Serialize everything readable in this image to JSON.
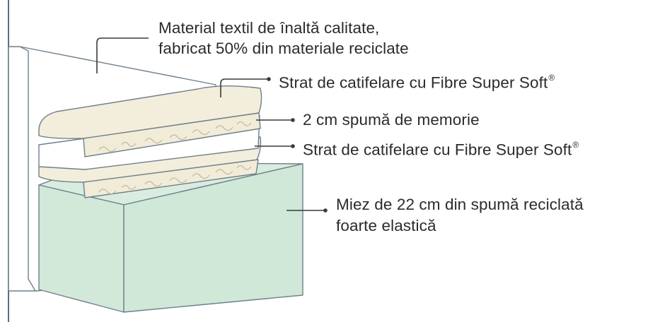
{
  "colors": {
    "frame_line": "#5e6e78",
    "cover_fabric": "#ffffff",
    "soft_fibre_layer": "#f3eedb",
    "memory_foam": "#ffffff",
    "core_foam_front": "#cfe8d7",
    "core_foam_top": "#d8eddf",
    "leader_line": "#3a3a3a",
    "label_text": "#2b2b2b"
  },
  "callouts": [
    {
      "id": "cover",
      "lines": [
        "Material textil de înaltă calitate,",
        "fabricat 50% din materiale reciclate"
      ]
    },
    {
      "id": "top-fibre",
      "text": "Strat de catifelare cu Fibre Super Soft",
      "mark": "®"
    },
    {
      "id": "memory-foam",
      "text": "2 cm spumă de memorie"
    },
    {
      "id": "bottom-fibre",
      "text": "Strat de catifelare cu Fibre Super Soft",
      "mark": "®"
    },
    {
      "id": "core",
      "lines": [
        "Miez de 22 cm din spumă reciclată",
        "foarte elastică"
      ]
    }
  ]
}
